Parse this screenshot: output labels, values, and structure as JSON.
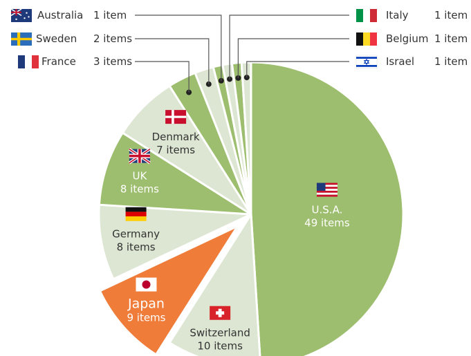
{
  "chart_data": {
    "type": "pie",
    "title": "",
    "unit_singular": "item",
    "unit_plural": "items",
    "slices": [
      {
        "label": "U.S.A.",
        "value": 49,
        "value_text": "49 items",
        "flag": "usa-flag",
        "color": "#9dbe6e",
        "text_color": "#ffffff"
      },
      {
        "label": "Switzerland",
        "value": 10,
        "value_text": "10 items",
        "flag": "switzerland-flag",
        "color": "#dce6d2",
        "text_color": "#333333"
      },
      {
        "label": "Japan",
        "value": 9,
        "value_text": "9 items",
        "flag": "japan-flag",
        "color": "#f07c3a",
        "text_color": "#ffffff",
        "exploded": true
      },
      {
        "label": "Germany",
        "value": 8,
        "value_text": "8 items",
        "flag": "germany-flag",
        "color": "#dce6d2",
        "text_color": "#333333"
      },
      {
        "label": "UK",
        "value": 8,
        "value_text": "8 items",
        "flag": "uk-flag",
        "color": "#9dbe6e",
        "text_color": "#ffffff"
      },
      {
        "label": "Denmark",
        "value": 7,
        "value_text": "7 items",
        "flag": "denmark-flag",
        "color": "#dce6d2",
        "text_color": "#333333"
      },
      {
        "label": "France",
        "value": 3,
        "value_text": "3 items",
        "flag": "france-flag",
        "color": "#9dbe6e"
      },
      {
        "label": "Sweden",
        "value": 2,
        "value_text": "2 items",
        "flag": "sweden-flag",
        "color": "#dce6d2"
      },
      {
        "label": "Australia",
        "value": 1,
        "value_text": "1 item",
        "flag": "australia-flag",
        "color": "#9dbe6e"
      },
      {
        "label": "Italy",
        "value": 1,
        "value_text": "1 item",
        "flag": "italy-flag",
        "color": "#dce6d2"
      },
      {
        "label": "Belgium",
        "value": 1,
        "value_text": "1 item",
        "flag": "belgium-flag",
        "color": "#9dbe6e"
      },
      {
        "label": "Israel",
        "value": 1,
        "value_text": "1 item",
        "flag": "israel-flag",
        "color": "#dce6d2"
      }
    ]
  }
}
